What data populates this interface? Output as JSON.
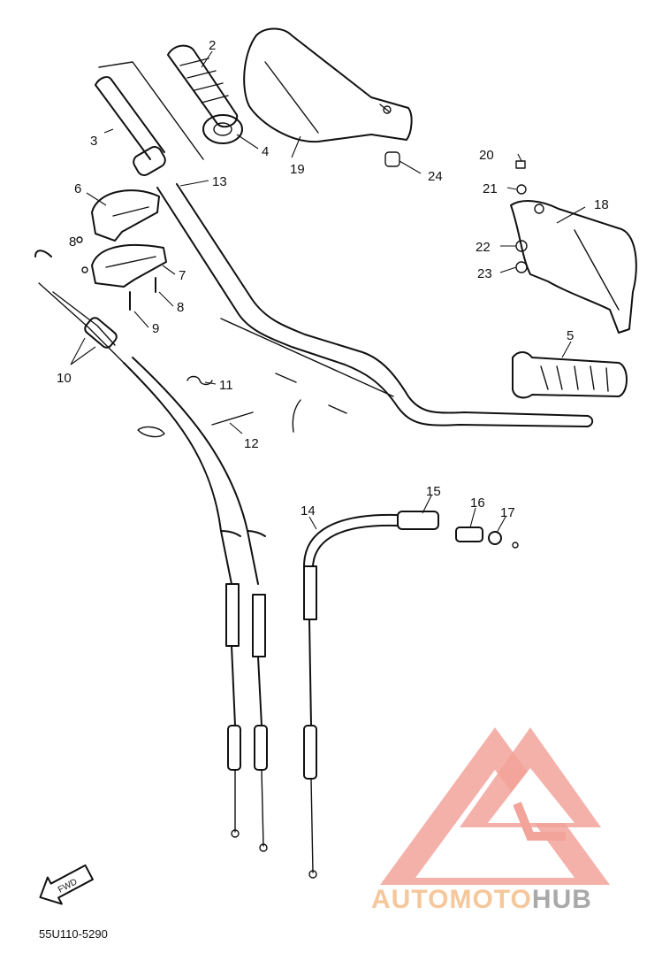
{
  "diagram": {
    "callouts": {
      "c2": "2",
      "c3": "3",
      "c4": "4",
      "c5": "5",
      "c6": "6",
      "c7": "7",
      "c8a": "8",
      "c8b": "8",
      "c9": "9",
      "c10": "10",
      "c11": "11",
      "c12": "12",
      "c13": "13",
      "c14": "14",
      "c15": "15",
      "c16": "16",
      "c17": "17",
      "c18": "18",
      "c19": "19",
      "c20": "20",
      "c21": "21",
      "c22": "22",
      "c23": "23",
      "c24": "24"
    },
    "direction_badge": "FWD",
    "diagram_code": "55U110-5290"
  },
  "watermark": {
    "text_part1": "AUTOMOTO",
    "text_part2": "HUB",
    "colors": {
      "primary": "#f2a39a",
      "secondary": "#f5c79a",
      "accent": "#a9a9a9"
    }
  }
}
